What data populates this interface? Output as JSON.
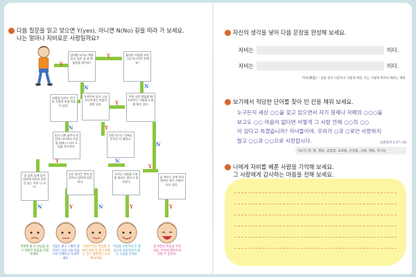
{
  "left": {
    "q1_title_line1": "다음 질문을 읽고 맞으면 Y(yes), 아니면 N(No) 길을 따라 가 보세요.",
    "q1_title_line2": "나는 얼마나 자비로운 사람일까요?",
    "boxes": [
      "엄마를 보거나 책을 읽고 슬픈 글 볼 때 울음을 참아요?",
      "불쌍한 사람을 보면 그냥 지나치지 못해요?",
      "따돌림 당하는 친구와 가깝게 지낼 마음이 있다.",
      "도와주지 않고 그냥 지나치려는 마음이 종종 있다.",
      "주위 사람 편찮을 때 도와주는 사람을 도와줄 때가 있다.",
      "동기 나쁜 굶주리 리라면 나라에서 우정을 위해 나 라가 도움을 복수하다.",
      "친한 친구는 언제나 무조건 다 해준다.",
      "정 남의 입에 앉아 엄마에 일하다 같은 곳 돕는 주로 다 하다.",
      "무슨 일이든 먼저 칭찬하고 엄마에 칭찬하다.",
      "모르는 사람을 도와줄 필요는 없다고 생각한다.",
      "남 계시는 교회 하다 데보다 같은 사람이 되고 싶다."
    ],
    "results": [
      "주변에 좀 더 관심을 갖고 따뜻한 마음을 전해 보세요.",
      "가끔은 좋고 그렇지 않기보다 서로 나눌 마음으로 이해하고 도와주세요.",
      "기분이 떠는 마음을 자세히 보면 한 편 도와주는 친구 실천하는 노력해 보세요.",
      "마음을 따뜻하게 전 행동으로 실천하면서 좋은 도움을 주세요.",
      "참 따뜻한 마음을 가졌네요. 주변에 행복하게 전할 수 있어요."
    ],
    "y_label": "Y",
    "n_label": "N"
  },
  "right": {
    "q2_title": "자신의 생각을 넣어 다음 문장을 완성해 보세요.",
    "fill1_prefix": "자비는",
    "fill1_suffix": "이다.",
    "fill2_prefix": "자비는",
    "fill2_suffix": "이다.",
    "fill_note": "'자비(慈悲)' : 남을 깊이 사랑하고 가엾게 여김. 또는 그렇게 여겨서 베푸는 혜택.",
    "q3_title": "보기에서 적당한 단어를 찾아 빈 칸을 채워 보세요.",
    "q3_line1": "누구든지 세상 ○○을 갖고 있으면서 자기 형제나 자매의 ○○○을",
    "q3_line2": "보고도 ○○ 마음이 없다면 어떻게 그 사람 안에 ○○의 ○○",
    "q3_line3": "이 있다고 하겠습니까? 자녀들이여, 우리가 ○과 ○로만 사랑하지",
    "q3_line4": "말고 ○○과 ○○으로 사랑합시다.",
    "q3_source": "요한일서 3:17~18",
    "words_box": "[보기] 혀, 말, 행동, 공업함, 도와줄, 진실함, 사랑, 재물, 하나님",
    "q4_title_line1": "나에게 자비를 베푼 사람을 기억해 보세요.",
    "q4_title_line2": "그 사람에게 감사하는 마음을 전해 보세요."
  },
  "colors": {
    "accent": "#d9662b",
    "arrow": "#8cc63f",
    "yes": "#e14b32",
    "no": "#3d6fd1",
    "purple_text": "#6a4fa3",
    "memo": "#fcf6a3"
  }
}
